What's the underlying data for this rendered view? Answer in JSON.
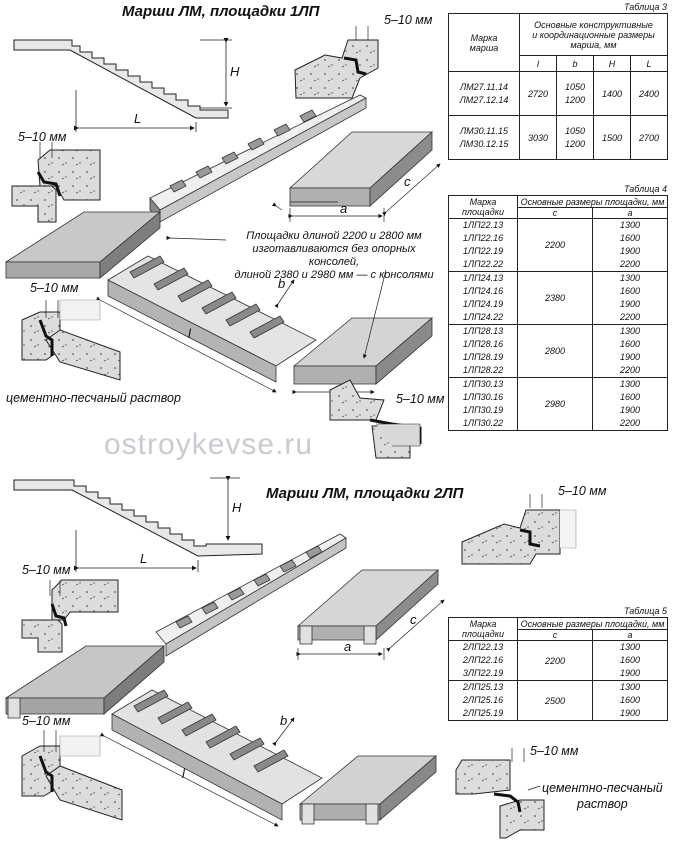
{
  "section1": {
    "title": "Марши ЛМ, площадки 1ЛП",
    "gap_label": "5–10 мм",
    "mortar_label": "цементно-песчаный раствор",
    "dims": {
      "H": "H",
      "L": "L",
      "c": "c",
      "a": "a",
      "b": "b",
      "l": "l"
    },
    "note": [
      "Площадки длиной 2200 и 2800 мм",
      "изготавливаются без опорных консолей,",
      "длиной 2380 и 2980 мм — с консолями"
    ]
  },
  "watermark": "ostroykevse.ru",
  "section2": {
    "title": "Марши ЛМ, площадки 2ЛП",
    "gap_label": "5–10 мм",
    "mortar_label": [
      "цементно-песчаный",
      "раствор"
    ],
    "dims": {
      "H": "H",
      "L": "L",
      "c": "c",
      "a": "a",
      "b": "b",
      "l": "l"
    }
  },
  "table3": {
    "caption": "Таблица 3",
    "head_mark": [
      "Марка",
      "марша"
    ],
    "head_group": [
      "Основные конструктивные",
      "и координационные размеры",
      "марша, мм"
    ],
    "cols": [
      "l",
      "b",
      "H",
      "L"
    ],
    "groups": [
      {
        "marks": [
          "ЛМ27.11.14",
          "ЛМ27.12.14"
        ],
        "l": "2720",
        "b": [
          "1050",
          "1200"
        ],
        "H": "1400",
        "L": "2400"
      },
      {
        "marks": [
          "ЛМ30.11.15",
          "ЛМ30.12.15"
        ],
        "l": "3030",
        "b": [
          "1050",
          "1200"
        ],
        "H": "1500",
        "L": "2700"
      }
    ]
  },
  "table4": {
    "caption": "Таблица 4",
    "head_mark": [
      "Марка",
      "площадки"
    ],
    "head_group": "Основные размеры площадки, мм",
    "cols": [
      "c",
      "a"
    ],
    "groups": [
      {
        "marks": [
          "1ЛП22.13",
          "1ЛП22.16",
          "1ЛП22.19",
          "1ЛП22.22"
        ],
        "c": "2200",
        "a": [
          "1300",
          "1600",
          "1900",
          "2200"
        ]
      },
      {
        "marks": [
          "1ЛП24.13",
          "1ЛП24.16",
          "1ЛП24.19",
          "1ЛП24.22"
        ],
        "c": "2380",
        "a": [
          "1300",
          "1600",
          "1900",
          "2200"
        ]
      },
      {
        "marks": [
          "1ЛП28.13",
          "1ЛП28.16",
          "1ЛП28.19",
          "1ЛП28.22"
        ],
        "c": "2800",
        "a": [
          "1300",
          "1600",
          "1900",
          "2200"
        ]
      },
      {
        "marks": [
          "1ЛП30.13",
          "1ЛП30.16",
          "1ЛП30.19",
          "1ЛП30.22"
        ],
        "c": "2980",
        "a": [
          "1300",
          "1600",
          "1900",
          "2200"
        ]
      }
    ]
  },
  "table5": {
    "caption": "Таблица 5",
    "head_mark": [
      "Марка",
      "площадки"
    ],
    "head_group": "Основные размеры площадки, мм",
    "cols": [
      "c",
      "a"
    ],
    "groups": [
      {
        "marks": [
          "2ЛП22.13",
          "2ЛП22.16",
          "3ЛП22.19"
        ],
        "c": "2200",
        "a": [
          "1300",
          "1600",
          "1900"
        ]
      },
      {
        "marks": [
          "2ЛП25.13",
          "2ЛП25.16",
          "2ЛП25.19"
        ],
        "c": "2500",
        "a": [
          "1300",
          "1600",
          "1900"
        ]
      }
    ]
  }
}
